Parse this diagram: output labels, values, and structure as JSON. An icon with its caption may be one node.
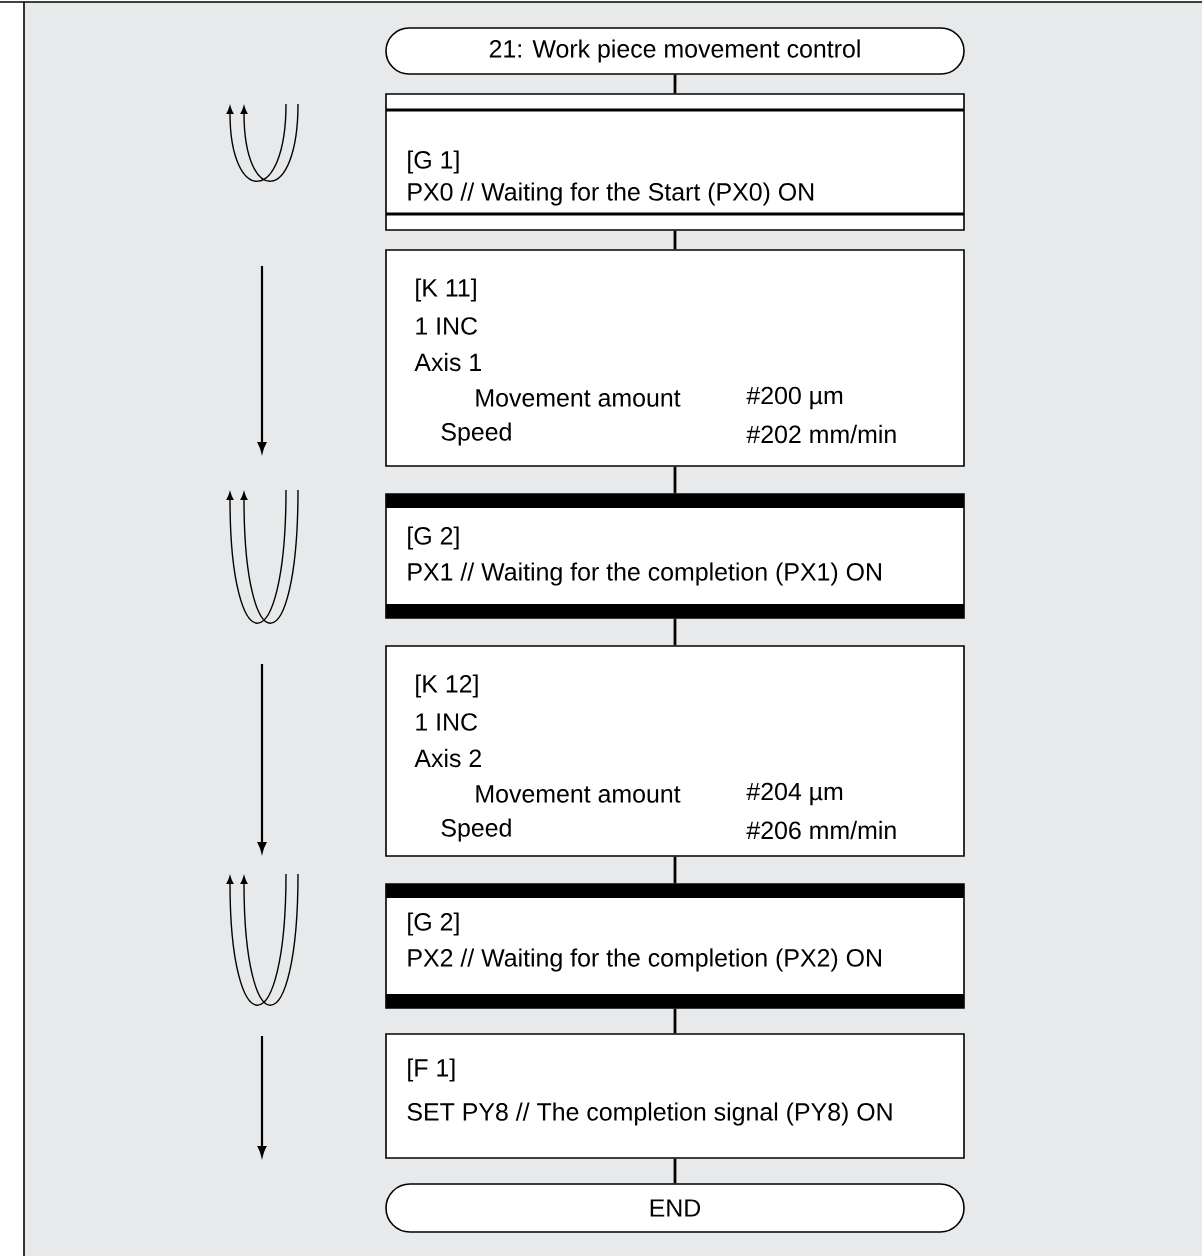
{
  "diagram": {
    "nodes": [
      {
        "text": [
          "21: Work piece movement control"
        ]
      },
      {
        "text": [
          "[G 1]",
          "PX0 // Waiting for the Start (PX0) ON"
        ]
      },
      {
        "text": [
          "[K 11]",
          "1 INC",
          "Axis 1",
          "Movement amount",
          "#200 µm",
          "Speed",
          "#202 mm/min"
        ]
      },
      {
        "text": [
          "[G 2]",
          "PX1 // Waiting for the completion (PX1) ON"
        ]
      },
      {
        "text": [
          "[K 12]",
          "1 INC",
          "Axis 2",
          "Movement amount",
          "#204 µm",
          "Speed",
          "#206 mm/min"
        ]
      },
      {
        "text": [
          "[G 2]",
          "PX2 // Waiting for the completion (PX2) ON"
        ]
      },
      {
        "text": [
          "[F 1]",
          "SET PY8 // The completion signal (PY8) ON"
        ]
      },
      {
        "text": [
          "END"
        ]
      }
    ],
    "edges": [
      {
        "from": 0,
        "to": 1,
        "arrow": "none"
      },
      {
        "from": 1,
        "to": 2,
        "arrow": "none"
      },
      {
        "from": 2,
        "to": 3,
        "arrow": "none"
      },
      {
        "from": 3,
        "to": 4,
        "arrow": "none"
      },
      {
        "from": 4,
        "to": 5,
        "arrow": "none"
      },
      {
        "from": 5,
        "to": 6,
        "arrow": "none"
      },
      {
        "from": 6,
        "to": 7,
        "arrow": "none"
      }
    ]
  }
}
